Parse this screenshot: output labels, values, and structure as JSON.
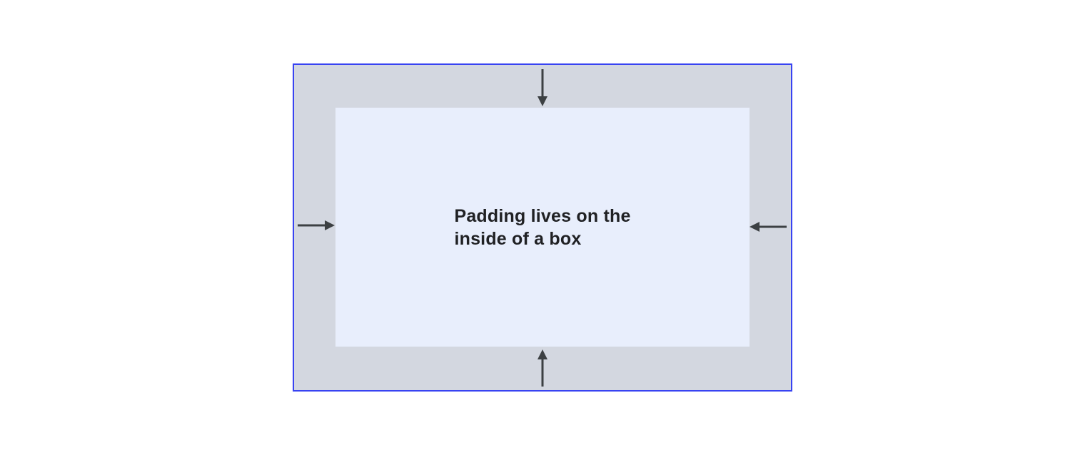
{
  "diagram": {
    "label": "Padding lives on the\ninside of a box",
    "colors": {
      "page_bg": "#ffffff",
      "outer_bg": "#d3d7e0",
      "inner_bg": "#e8eefc",
      "border": "#3843f2",
      "arrow": "#3c4043",
      "text": "#202124"
    },
    "arrows": [
      {
        "side": "top",
        "points": "down"
      },
      {
        "side": "right",
        "points": "left"
      },
      {
        "side": "bottom",
        "points": "up"
      },
      {
        "side": "left",
        "points": "right"
      }
    ]
  }
}
